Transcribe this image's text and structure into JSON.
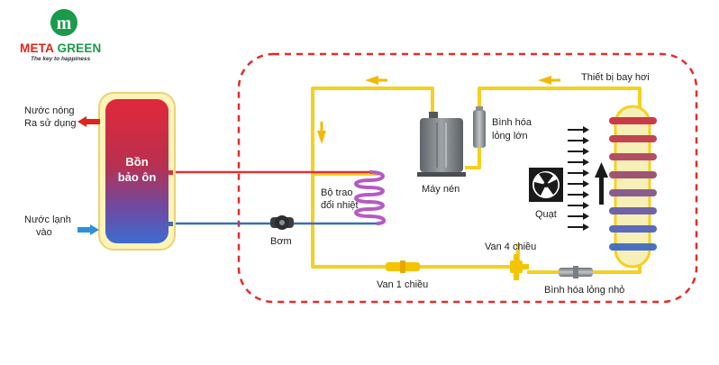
{
  "brand": {
    "name_part1": "META",
    "name_part2": "GREEN",
    "tagline": "The key to happiness",
    "red": "#e2231a",
    "green": "#1a9a4a"
  },
  "labels": {
    "hot_water_line1": "Nước nóng",
    "hot_water_line2": "Ra sử dụng",
    "cold_water_line1": "Nước lạnh",
    "cold_water_line2": "vào",
    "tank_line1": "Bồn",
    "tank_line2": "bảo ôn",
    "pump": "Bơm",
    "exchanger_line1": "Bộ trao",
    "exchanger_line2": "đổi nhiệt",
    "compressor": "Máy nén",
    "large_receiver_line1": "Bình hóa",
    "large_receiver_line2": "lỏng lớn",
    "fan": "Quạt",
    "evaporator": "Thiết bị bay hơi",
    "four_way_valve": "Van 4 chiều",
    "check_valve": "Van 1 chiều",
    "small_receiver": "Bình hóa lỏng nhỏ"
  },
  "colors": {
    "refrigerant_line": "#f5d020",
    "hot_water_line": "#d8343c",
    "cold_water_line": "#3a6fb0",
    "boundary": "#e52b2b",
    "hot_arrow": "#e2231a",
    "cold_arrow": "#2f8fd8"
  }
}
